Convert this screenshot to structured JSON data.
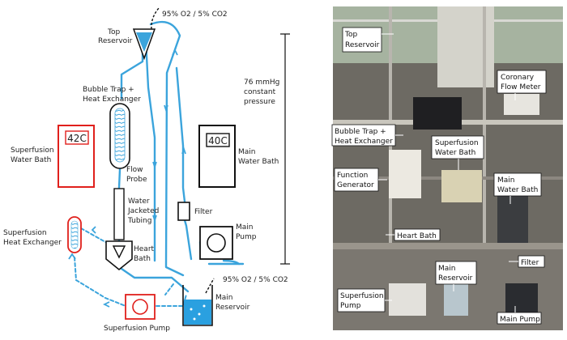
{
  "colors": {
    "tube": "#3ba4dc",
    "outline": "#111111",
    "superfusion": "#e0201c",
    "water": "#2aa0e0",
    "photo_bg": "#6d6a63"
  },
  "schematic": {
    "gas_top": "95% O2 / 5% CO2",
    "top_reservoir": [
      "Top",
      "Reservoir"
    ],
    "bubble_trap": [
      "Bubble Trap +",
      "Heat Exchanger"
    ],
    "pressure": [
      "76 mmHg",
      "constant",
      "pressure"
    ],
    "superfusion_bath": [
      "Superfusion",
      "Water Bath"
    ],
    "temp_superfusion": "42C",
    "temp_main": "40C",
    "main_bath": [
      "Main",
      "Water Bath"
    ],
    "flow_probe": [
      "Flow",
      "Probe"
    ],
    "jacketed": [
      "Water",
      "Jacketed",
      "Tubing"
    ],
    "filter": "Filter",
    "main_pump": [
      "Main",
      "Pump"
    ],
    "superfusion_hx": [
      "Superfusion",
      "Heat Exchanger"
    ],
    "heart_bath": [
      "Heart",
      "Bath"
    ],
    "gas_bottom": "95% O2 / 5% CO2",
    "main_reservoir": [
      "Main",
      "Reservoir"
    ],
    "superfusion_pump": "Superfusion Pump"
  },
  "photo": {
    "top_reservoir": [
      "Top",
      "Reservoir"
    ],
    "coronary_flow_meter": [
      "Coronary",
      "Flow Meter"
    ],
    "bubble_trap": [
      "Bubble Trap +",
      "Heat Exchanger"
    ],
    "superfusion_bath": [
      "Superfusion",
      "Water Bath"
    ],
    "function_generator": [
      "Function",
      "Generator"
    ],
    "main_bath": [
      "Main",
      "Water Bath"
    ],
    "heart_bath": "Heart Bath",
    "filter": "Filter",
    "main_reservoir": [
      "Main",
      "Reservoir"
    ],
    "superfusion_pump": [
      "Superfusion",
      "Pump"
    ],
    "main_pump": "Main Pump"
  }
}
